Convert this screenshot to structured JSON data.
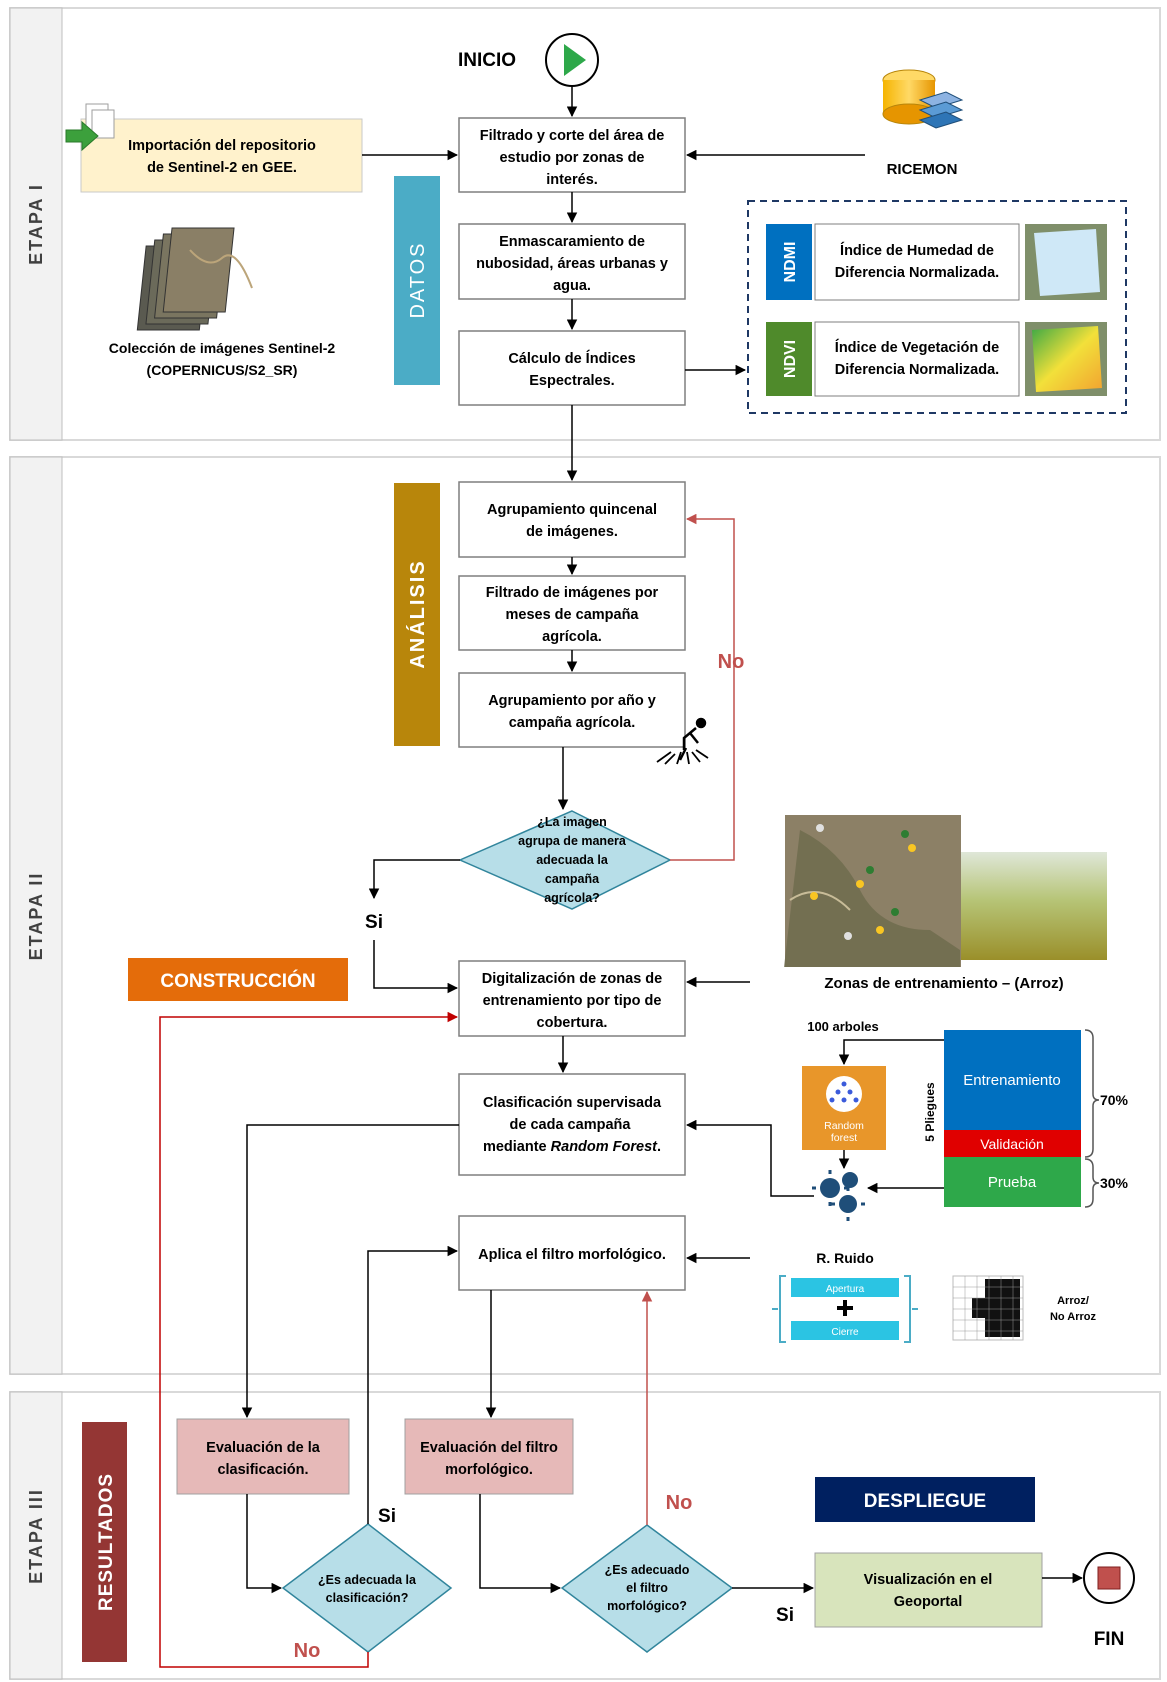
{
  "stages": {
    "s1": "ETAPA I",
    "s2": "ETAPA II",
    "s3": "ETAPA III"
  },
  "phases": {
    "datos": "DATOS",
    "analisis": "ANÁLISIS",
    "construccion": "CONSTRUCCIÓN",
    "resultados": "RESULTADOS",
    "despliegue": "DESPLIEGUE"
  },
  "start": "INICIO",
  "end": "FIN",
  "import_box": [
    "Importación del repositorio",
    "de Sentinel-2 en GEE."
  ],
  "collection": [
    "Colección de imágenes Sentinel-2",
    "(COPERNICUS/S2_SR)"
  ],
  "ricemon": "RICEMON",
  "steps": {
    "filtrado": [
      "Filtrado y corte del área de",
      "estudio por zonas de",
      "interés."
    ],
    "enmasc": [
      "Enmascaramiento de",
      "nubosidad, áreas urbanas y",
      "agua."
    ],
    "calculo": [
      "Cálculo de Índices",
      "Espectrales."
    ],
    "agrup_q": [
      "Agrupamiento quincenal",
      "de imágenes."
    ],
    "filtr_meses": [
      "Filtrado de imágenes por",
      "meses de campaña",
      "agrícola."
    ],
    "agrup_anio": [
      "Agrupamiento por año y",
      "campaña agrícola."
    ],
    "digital": [
      "Digitalización de zonas de",
      "entrenamiento por tipo de",
      "cobertura."
    ],
    "clasif": [
      "Clasificación supervisada",
      "de cada campaña",
      "mediante "
    ],
    "clasif_italic": "Random Forest",
    "clasif_end": ".",
    "filtro": "Aplica el filtro morfológico.",
    "eval_clas": [
      "Evaluación de la",
      "clasificación."
    ],
    "eval_filtro": [
      "Evaluación del filtro",
      "morfológico."
    ],
    "visual": [
      "Visualización en el",
      "Geoportal"
    ]
  },
  "decisions": {
    "d1": [
      "¿La imagen",
      "agrupa de manera",
      "adecuada la",
      "campaña",
      "agrícola?"
    ],
    "d2": [
      "¿Es adecuada la",
      "clasificación?"
    ],
    "d3": [
      "¿Es adecuado",
      "el filtro",
      "morfológico?"
    ]
  },
  "labels": {
    "si": "Si",
    "no": "No"
  },
  "indices": {
    "ndmi_tag": "NDMI",
    "ndmi": [
      "Índice de Humedad de",
      "Diferencia Normalizada."
    ],
    "ndvi_tag": "NDVI",
    "ndvi": [
      "Índice de Vegetación de",
      "Diferencia Normalizada."
    ]
  },
  "training_zones": "Zonas de entrenamiento – (Arroz)",
  "rf": {
    "trees": "100 arboles",
    "icon_label": [
      "Random",
      "forest"
    ],
    "folds": "5 Pliegues",
    "train": "Entrenamiento",
    "valid": "Validación",
    "test": "Prueba",
    "p70": "70%",
    "p30": "30%"
  },
  "noise": {
    "title": "R. Ruido",
    "apertura": "Apertura",
    "cierre": "Cierre",
    "result": [
      "Arroz/",
      "No Arroz"
    ]
  },
  "colors": {
    "stage_bg": "#f2f2f2",
    "datos": "#4bacc6",
    "analisis": "#b8860b",
    "construccion": "#e46c0a",
    "resultados": "#943634",
    "despliegue": "#002060",
    "no_red": "#c0504d",
    "ndmi": "#0070c0",
    "ndvi": "#4f8a2b"
  }
}
